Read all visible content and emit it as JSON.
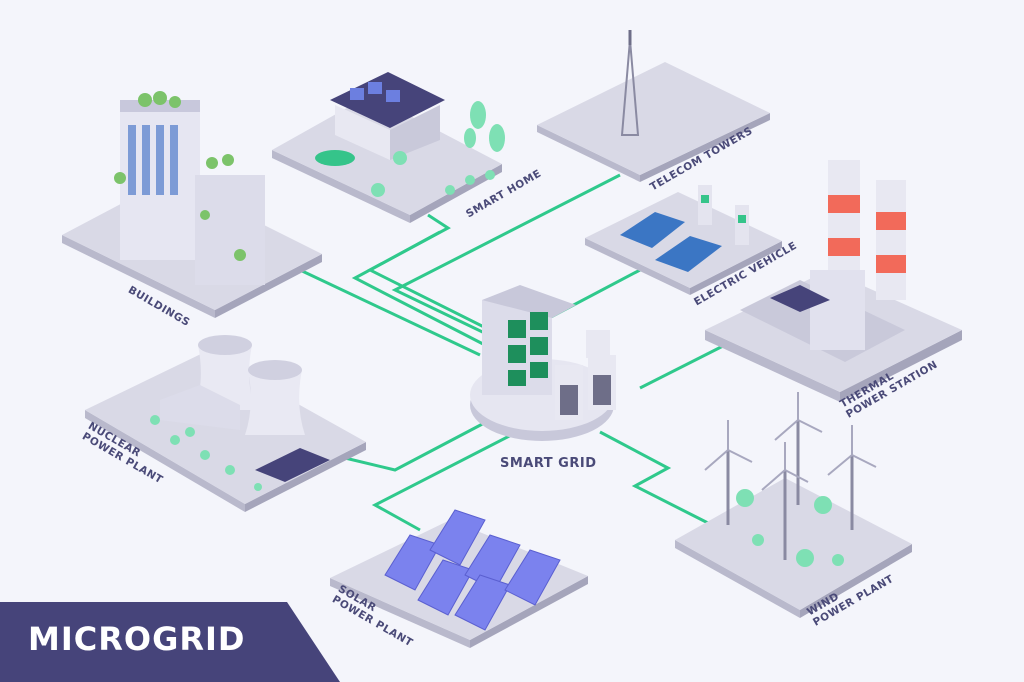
{
  "title": "MICROGRID",
  "center": {
    "label": "SMART GRID"
  },
  "nodes": [
    {
      "id": "buildings",
      "label": "BUILDINGS"
    },
    {
      "id": "smart-home",
      "label": "SMART HOME"
    },
    {
      "id": "telecom",
      "label": "TELECOM TOWERS"
    },
    {
      "id": "ev",
      "label": "ELECTRIC VEHICLE"
    },
    {
      "id": "thermal",
      "label_line1": "THERMAL",
      "label_line2": "POWER STATION"
    },
    {
      "id": "wind",
      "label_line1": "WIND",
      "label_line2": "POWER PLANT"
    },
    {
      "id": "solar",
      "label_line1": "SOLAR",
      "label_line2": "POWER PLANT"
    },
    {
      "id": "nuclear",
      "label_line1": "NUCLEAR",
      "label_line2": "POWER PLANT"
    }
  ],
  "colors": {
    "background": "#f4f5fb",
    "connector": "#2fc98c",
    "banner": "#46447a",
    "label": "#4a4a78",
    "platform": "#d9d9e6"
  }
}
